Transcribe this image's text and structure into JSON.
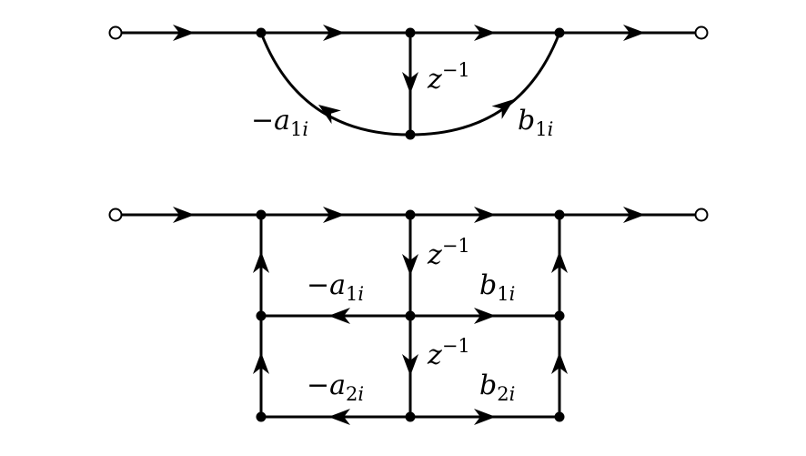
{
  "diagram_top": {
    "z_inverse": {
      "base": "z",
      "sup": "−1"
    },
    "coef_a": {
      "sign": "−",
      "base": "a",
      "sub": "1",
      "idx": "i"
    },
    "coef_b": {
      "base": "b",
      "sub": "1",
      "idx": "i"
    }
  },
  "diagram_bottom": {
    "z_inverse_1": {
      "base": "z",
      "sup": "−1"
    },
    "z_inverse_2": {
      "base": "z",
      "sup": "−1"
    },
    "coef_a1": {
      "sign": "−",
      "base": "a",
      "sub": "1",
      "idx": "i"
    },
    "coef_b1": {
      "base": "b",
      "sub": "1",
      "idx": "i"
    },
    "coef_a2": {
      "sign": "−",
      "base": "a",
      "sub": "2",
      "idx": "i"
    },
    "coef_b2": {
      "base": "b",
      "sub": "2",
      "idx": "i"
    }
  },
  "colors": {
    "stroke": "#000000",
    "background": "#ffffff"
  }
}
